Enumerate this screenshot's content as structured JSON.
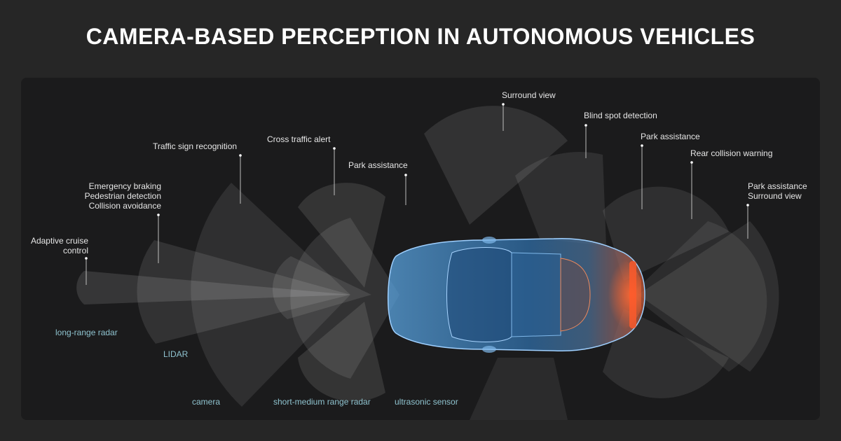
{
  "title": "CAMERA-BASED PERCEPTION IN AUTONOMOUS VEHICLES",
  "colors": {
    "background": "#262626",
    "panel": "#1b1b1c",
    "sensor_label": "#8fc3cf",
    "car_body": "#3f86c9",
    "car_rear_glow": "#e0552f"
  },
  "function_labels": {
    "adaptive_cruise": [
      "Adaptive cruise",
      "control"
    ],
    "emergency": [
      "Emergency braking",
      "Pedestrian detection",
      "Collision avoidance"
    ],
    "traffic_sign": "Traffic sign recognition",
    "cross_traffic": "Cross traffic alert",
    "park_assist_front": "Park assistance",
    "surround_view": "Surround view",
    "blind_spot": "Blind spot detection",
    "park_assist_side": "Park assistance",
    "rear_collision": "Rear collision warning",
    "rear": [
      "Park assistance",
      "Surround view"
    ]
  },
  "sensor_labels": {
    "long_range_radar": "long-range radar",
    "lidar": "LIDAR",
    "camera": "camera",
    "short_medium_radar": "short-medium range radar",
    "ultrasonic": "ultrasonic sensor"
  }
}
